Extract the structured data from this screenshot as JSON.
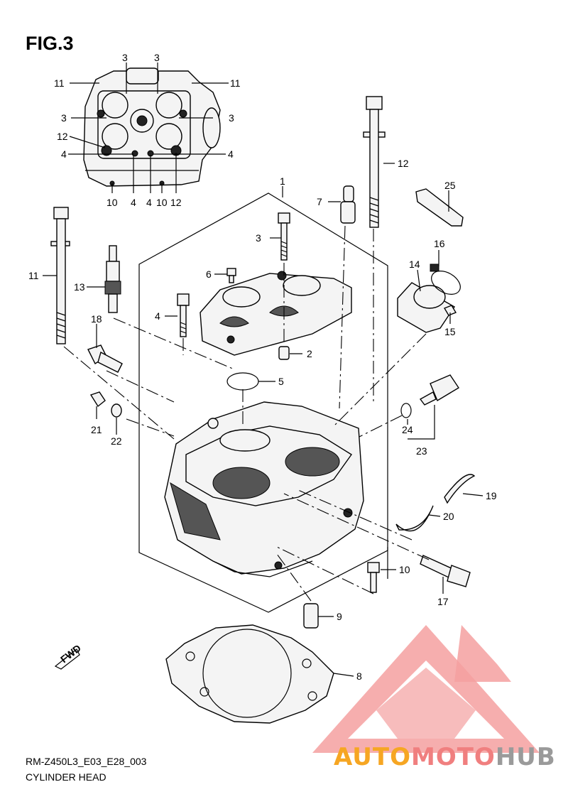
{
  "figure": {
    "title": "FIG.3"
  },
  "footer": {
    "code": "RM-Z450L3_E03_E28_003",
    "name": "CYLINDER HEAD"
  },
  "fwd_label": "FWD",
  "watermark": {
    "auto": "AUTO",
    "moto": "MOTO",
    "hub": "HUB",
    "colors": {
      "auto": "#f6a623",
      "moto": "#f07f7f",
      "hub": "#9a9a9a",
      "logo": "#f4a0a0"
    }
  },
  "callouts": [
    "3",
    "3",
    "11",
    "11",
    "3",
    "3",
    "12",
    "4",
    "4",
    "10",
    "4",
    "4",
    "10",
    "12",
    "1",
    "12",
    "7",
    "25",
    "3",
    "11",
    "13",
    "6",
    "16",
    "14",
    "4",
    "18",
    "15",
    "2",
    "5",
    "21",
    "22",
    "24",
    "23",
    "19",
    "20",
    "10",
    "17",
    "9",
    "8"
  ]
}
